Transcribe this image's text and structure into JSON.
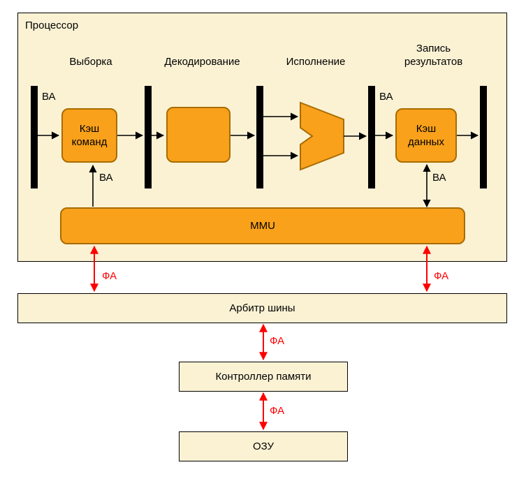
{
  "colors": {
    "page_bg": "#ffffff",
    "panel_fill": "#fbf2d4",
    "block_fill": "#f9a11b",
    "block_border": "#a86c00",
    "wire": "#000000",
    "bus_arrow": "#ff0000"
  },
  "processor": {
    "title": "Процессор",
    "stages": [
      {
        "label": "Выборка"
      },
      {
        "label": "Декодирование"
      },
      {
        "label": "Исполнение"
      },
      {
        "label": "Запись результатов"
      }
    ],
    "icache_label": "Кэш команд",
    "dcache_label": "Кэш данных",
    "mmu_label": "MMU",
    "va_label": "ВА"
  },
  "bus": {
    "arbiter_label": "Арбитр шины",
    "controller_label": "Контроллер памяти",
    "ram_label": "ОЗУ",
    "fa_label": "ФА"
  }
}
